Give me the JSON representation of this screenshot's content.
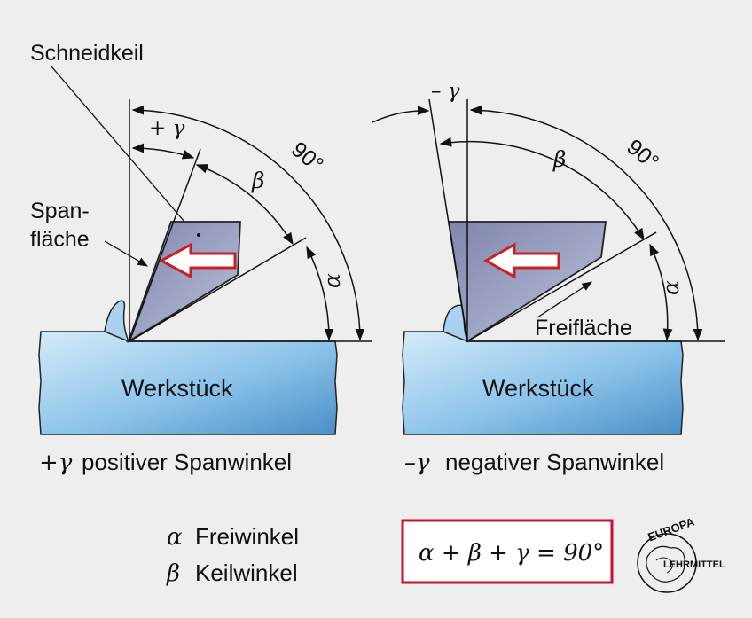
{
  "labels": {
    "schneidkeil": "Schneidkeil",
    "span_line1": "Span-",
    "span_line2": "fläche",
    "plus_gamma": "+ γ",
    "minus_gamma": "– γ",
    "beta": "β",
    "alpha": "α",
    "angle90": "90°",
    "freiflaeche": "Freifläche",
    "werkstueck": "Werkstück"
  },
  "captions": {
    "left_symbol": "+γ",
    "left_text": "positiver Spanwinkel",
    "right_symbol": "–γ",
    "right_text": "negativer Spanwinkel"
  },
  "legend": {
    "alpha_symbol": "α",
    "alpha_text": "Freiwinkel",
    "beta_symbol": "β",
    "beta_text": "Keilwinkel"
  },
  "formula": "α + β + γ = 90°",
  "logo": {
    "top": "EUROPA",
    "side": "LEHRMITTEL"
  },
  "colors": {
    "background": "#eeeeee",
    "workpiece": "#8dc0e6",
    "tool": "#8f96b8",
    "arrow": "#cc1f24",
    "formula_border": "#c8102e"
  }
}
